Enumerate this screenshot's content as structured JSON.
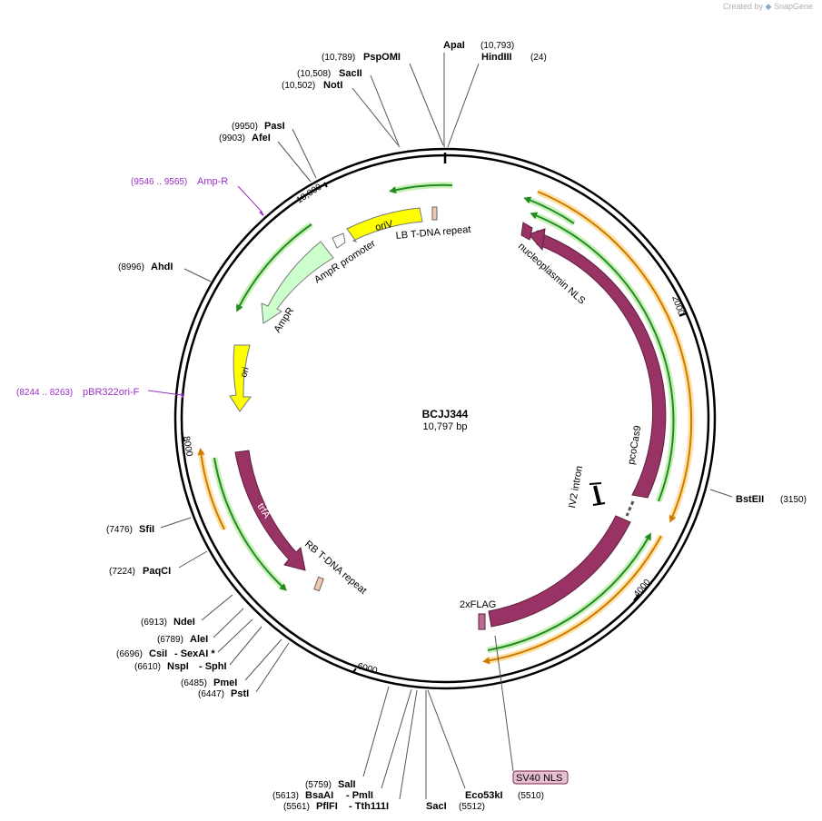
{
  "credit": {
    "prefix": "Created by",
    "brand": "SnapGene"
  },
  "plasmid": {
    "name": "BCJJ344",
    "length_label": "10,797 bp",
    "length": 10797
  },
  "enzymes_top": [
    {
      "id": "pspomi",
      "pos": "(10,789)",
      "name": "PspOMI"
    },
    {
      "id": "apai",
      "pos": "",
      "name": "ApaI"
    },
    {
      "id": "apai-pos",
      "pos": "(10,793)",
      "name": ""
    },
    {
      "id": "hindiii",
      "pos": "(24)",
      "name": "HindIII"
    },
    {
      "id": "sacii",
      "pos": "(10,508)",
      "name": "SacII"
    },
    {
      "id": "noti",
      "pos": "(10,502)",
      "name": "NotI"
    },
    {
      "id": "pasi",
      "pos": "(9950)",
      "name": "PasI"
    },
    {
      "id": "afei",
      "pos": "(9903)",
      "name": "AfeI"
    },
    {
      "id": "ahdi",
      "pos": "(8996)",
      "name": "AhdI"
    },
    {
      "id": "bsteii",
      "pos": "(3150)",
      "name": "BstEII"
    },
    {
      "id": "sfii",
      "pos": "(7476)",
      "name": "SfiI"
    },
    {
      "id": "paqci",
      "pos": "(7224)",
      "name": "PaqCI"
    },
    {
      "id": "ndei",
      "pos": "(6913)",
      "name": "NdeI"
    },
    {
      "id": "alei",
      "pos": "(6789)",
      "name": "AleI"
    },
    {
      "id": "csii",
      "pos": "(6696)",
      "name": "CsiI",
      "extra": "- SexAI *"
    },
    {
      "id": "nspi",
      "pos": "(6610)",
      "name": "NspI",
      "extra": "- SphI"
    },
    {
      "id": "pmei",
      "pos": "(6485)",
      "name": "PmeI"
    },
    {
      "id": "psti",
      "pos": "(6447)",
      "name": "PstI"
    },
    {
      "id": "sali",
      "pos": "(5759)",
      "name": "SalI"
    },
    {
      "id": "bsaai",
      "pos": "(5613)",
      "name": "BsaAI",
      "extra": "- PmlI"
    },
    {
      "id": "pflfi",
      "pos": "(5561)",
      "name": "PflFI",
      "extra": "- Tth111I"
    },
    {
      "id": "saci",
      "pos": "",
      "name": "SacI"
    },
    {
      "id": "saci-pos",
      "pos": "(5512)",
      "name": ""
    },
    {
      "id": "eco53ki",
      "pos": "",
      "name": "Eco53kI"
    },
    {
      "id": "eco53ki-pos",
      "pos": "(5510)",
      "name": ""
    }
  ],
  "primers": [
    {
      "id": "amp-r",
      "range": "(9546 .. 9565)",
      "name": "Amp-R"
    },
    {
      "id": "pbr322ori-f",
      "range": "(8244 .. 8263)",
      "name": "pBR322ori-F"
    }
  ],
  "features": {
    "oriv": "oriV",
    "lb_repeat": "LB T-DNA repeat",
    "ampr_promoter": "AmpR promoter",
    "ampr": "AmpR",
    "ori": "ori",
    "trfa": "trfA",
    "rb_repeat": "RB T-DNA repeat",
    "nucleoplasmin_nls": "nucleoplasmin NLS",
    "pcocas9": "pcoCas9",
    "iv2_intron": "IV2 intron",
    "flag": "2xFLAG",
    "sv40_nls": "SV40 NLS"
  },
  "ticks": [
    "2000",
    "4000",
    "6000",
    "8000",
    "10,000"
  ],
  "colors": {
    "backbone": "#000000",
    "cds": "#993366",
    "ori": "#ffff00",
    "ampr": "#ccffcc",
    "orf_green": "#228b22",
    "orf_orange": "#cc7a00",
    "primer": "#9b30c8",
    "sv40_box": "#e8bfd0"
  }
}
